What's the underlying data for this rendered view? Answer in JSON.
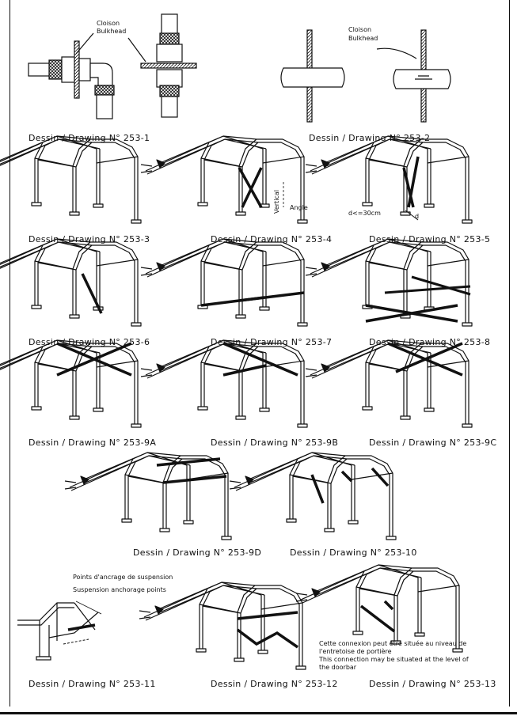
{
  "title": "",
  "notes": {
    "bulkhead_fr_1": "Cloison",
    "bulkhead_en_1": "Bulkhead",
    "bulkhead_fr_2": "Cloison",
    "bulkhead_en_2": "Bulkhead",
    "vertical": "Vertical",
    "angle": "Angle",
    "dist": "d<=30cm",
    "dist_mark": "d",
    "suspension_fr": "Points d'ancrage de suspension",
    "suspension_en": "Suspension anchorage points",
    "conn_fr_1": "Cette connexion peut être située au niveau de",
    "conn_fr_2": "l'entretoise de portière",
    "conn_en_1": "This connection may be situated at the level of",
    "conn_en_2": "the doorbar"
  },
  "drawings": [
    {
      "id": "253-1",
      "label": "Dessin / Drawing N° 253-1"
    },
    {
      "id": "253-2",
      "label": "Dessin / Drawing N° 253-2"
    },
    {
      "id": "253-3",
      "label": "Dessin / Drawing N° 253-3"
    },
    {
      "id": "253-4",
      "label": "Dessin / Drawing N° 253-4"
    },
    {
      "id": "253-5",
      "label": "Dessin / Drawing N° 253-5"
    },
    {
      "id": "253-6",
      "label": "Dessin / Drawing N° 253-6"
    },
    {
      "id": "253-7",
      "label": "Dessin / Drawing N° 253-7"
    },
    {
      "id": "253-8",
      "label": "Dessin / Drawing N° 253-8"
    },
    {
      "id": "253-9A",
      "label": "Dessin / Drawing N° 253-9A"
    },
    {
      "id": "253-9B",
      "label": "Dessin / Drawing N° 253-9B"
    },
    {
      "id": "253-9C",
      "label": "Dessin / Drawing N° 253-9C"
    },
    {
      "id": "253-9D",
      "label": "Dessin / Drawing N° 253-9D"
    },
    {
      "id": "253-10",
      "label": "Dessin / Drawing N° 253-10"
    },
    {
      "id": "253-11",
      "label": "Dessin / Drawing N° 253-11"
    },
    {
      "id": "253-12",
      "label": "Dessin / Drawing N° 253-12"
    },
    {
      "id": "253-13",
      "label": "Dessin / Drawing N° 253-13"
    }
  ]
}
